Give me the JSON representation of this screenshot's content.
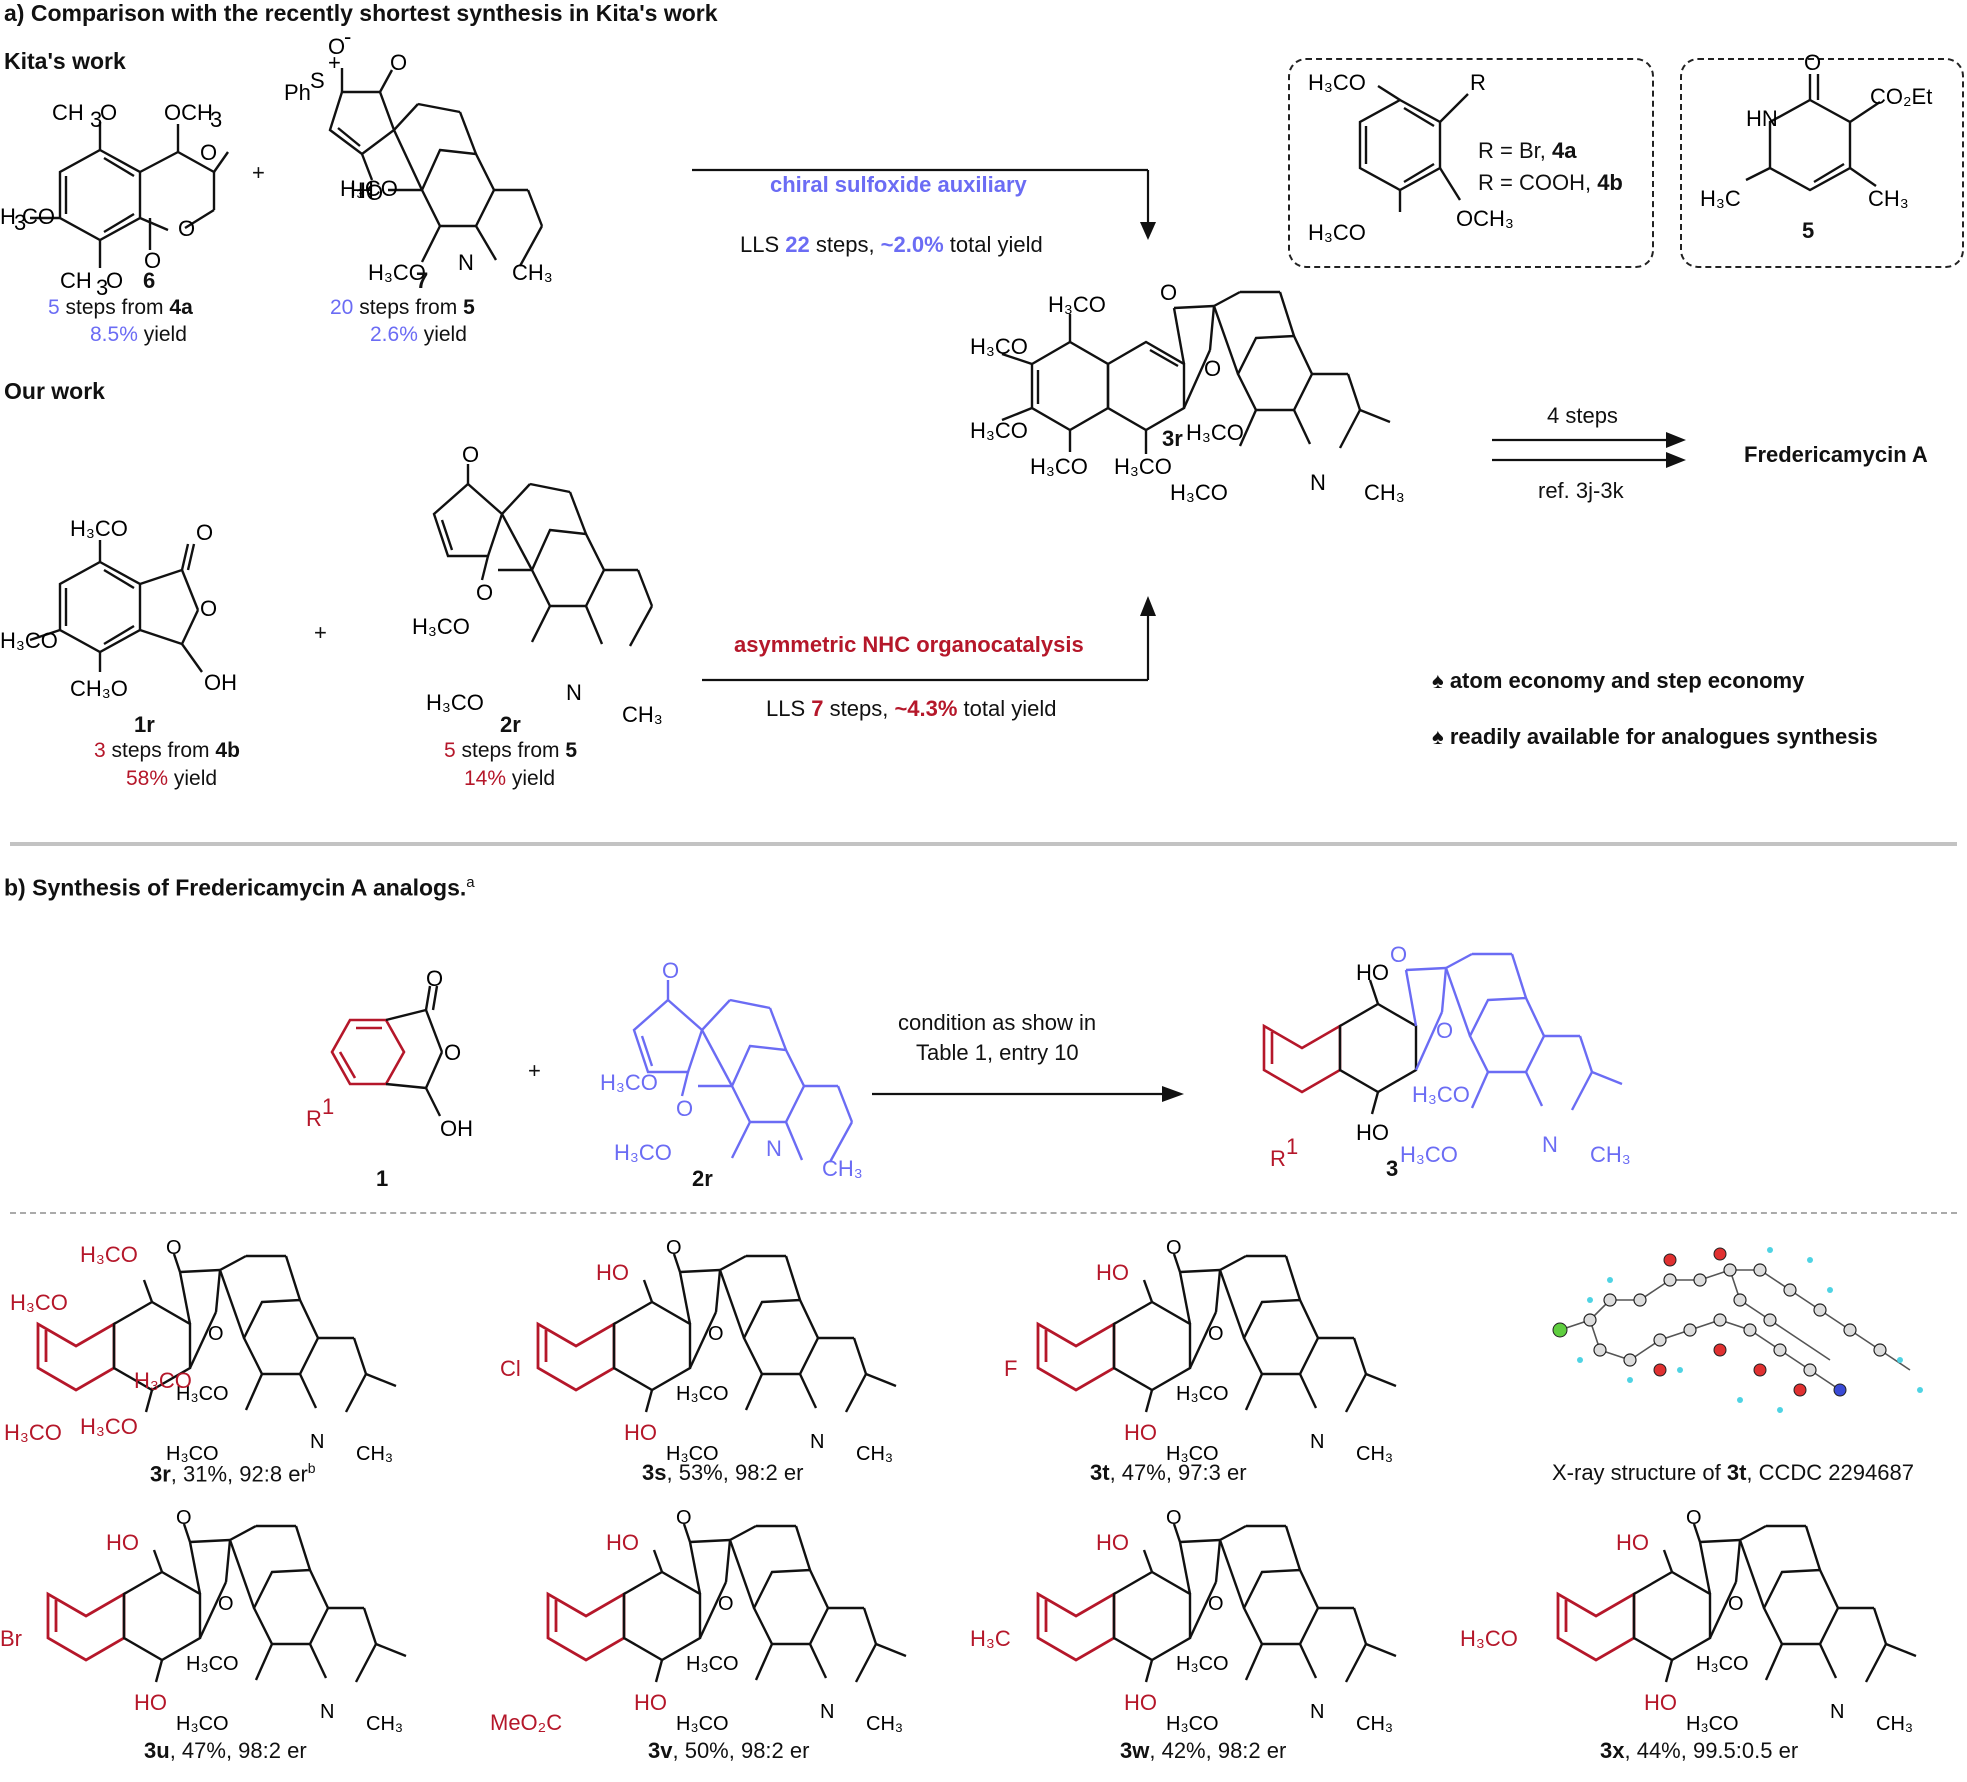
{
  "section_a": {
    "title": "a)  Comparison with the recently shortest synthesis in Kita's work",
    "kita_label": "Kita's work",
    "our_label": "Our work",
    "cmpd6": {
      "id": "6",
      "steps_n": "5",
      "steps_text": " steps from ",
      "steps_src": "4a",
      "yield_val": "8.5%",
      "yield_text": " yield"
    },
    "cmpd7": {
      "id": "7",
      "steps_n": "20",
      "steps_text": " steps from ",
      "steps_src": "5",
      "yield_val": "2.6%",
      "yield_text": " yield"
    },
    "cmpd1r": {
      "id": "1r",
      "steps_n": "3",
      "steps_text": " steps from ",
      "steps_src": "4b",
      "yield_val": "58%",
      "yield_text": " yield"
    },
    "cmpd2r": {
      "id": "2r",
      "steps_n": "5",
      "steps_text": " steps from ",
      "steps_src": "5",
      "yield_val": "14%",
      "yield_text": " yield"
    },
    "plus": "+",
    "kita_arrow": {
      "top": "chiral sulfoxide auxiliary",
      "llsA": "LLS ",
      "llsN": "22",
      "llsB": " steps, ",
      "yield": "~2.0%",
      "tail": " total yield"
    },
    "our_arrow": {
      "top": "asymmetric NHC organocatalysis",
      "llsA": "LLS ",
      "llsN": "7",
      "llsB": " steps, ",
      "yield": "~4.3%",
      "tail": " total yield"
    },
    "product_id": "3r",
    "final_arrow": {
      "top": "4 steps",
      "bottom": "ref. 3j-3k"
    },
    "final_product": "Fredericamycin A",
    "box1": {
      "r_br": "R = Br, ",
      "r_br_id": "4a",
      "r_cooh": "R = COOH, ",
      "r_cooh_id": "4b"
    },
    "box2": {
      "id": "5"
    },
    "bullets": [
      "atom economy and step economy",
      "readily available for analogues synthesis"
    ],
    "bullet_symbol": "♠"
  },
  "section_b": {
    "title": "b) Synthesis of Fredericamycin A analogs.",
    "title_sup": "a",
    "cmpd1": "1",
    "cmpd2r": "2r",
    "cmpd3": "3",
    "plus": "+",
    "condition": [
      "condition as show in",
      "Table 1, entry 10"
    ],
    "products": [
      {
        "id": "3r",
        "text": ", 31%, 92:8 er",
        "sup": "b"
      },
      {
        "id": "3s",
        "text": ", 53%, 98:2 er",
        "sup": ""
      },
      {
        "id": "3t",
        "text": ", 47%, 97:3 er",
        "sup": ""
      },
      {
        "id": "3u",
        "text": ", 47%, 98:2 er",
        "sup": ""
      },
      {
        "id": "3v",
        "text": ", 50%, 98:2 er",
        "sup": ""
      },
      {
        "id": "3w",
        "text": ", 42%, 98:2 er",
        "sup": ""
      },
      {
        "id": "3x",
        "text": ", 44%, 99.5:0.5 er",
        "sup": ""
      }
    ],
    "xray": {
      "prefix": "X-ray structure of ",
      "id": "3t",
      "suffix": ", CCDC 2294687"
    }
  },
  "colors": {
    "blue": "#6b6cf4",
    "red": "#b5172a",
    "black": "#111111",
    "grey": "#c3c3c3"
  }
}
